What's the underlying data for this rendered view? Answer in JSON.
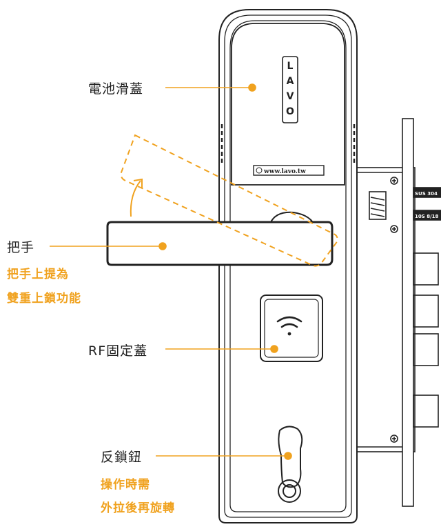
{
  "labels": {
    "battery_cover": "電池滑蓋",
    "handle": "把手",
    "rf_cover": "RF固定蓋",
    "lock_knob": "反鎖鈕"
  },
  "notes": {
    "handle_line1": "把手上提為",
    "handle_line2": "雙重上鎖功能",
    "knob_line1": "操作時需",
    "knob_line2": "外拉後再旋轉"
  },
  "device": {
    "brand_letters": [
      "L",
      "A",
      "V",
      "O"
    ],
    "website": "www.lavo.tw",
    "plate_tag_1": "SUS 304",
    "plate_tag_2": "10S 8/18"
  },
  "colors": {
    "accent": "#f0a21f",
    "outline": "#222222"
  }
}
